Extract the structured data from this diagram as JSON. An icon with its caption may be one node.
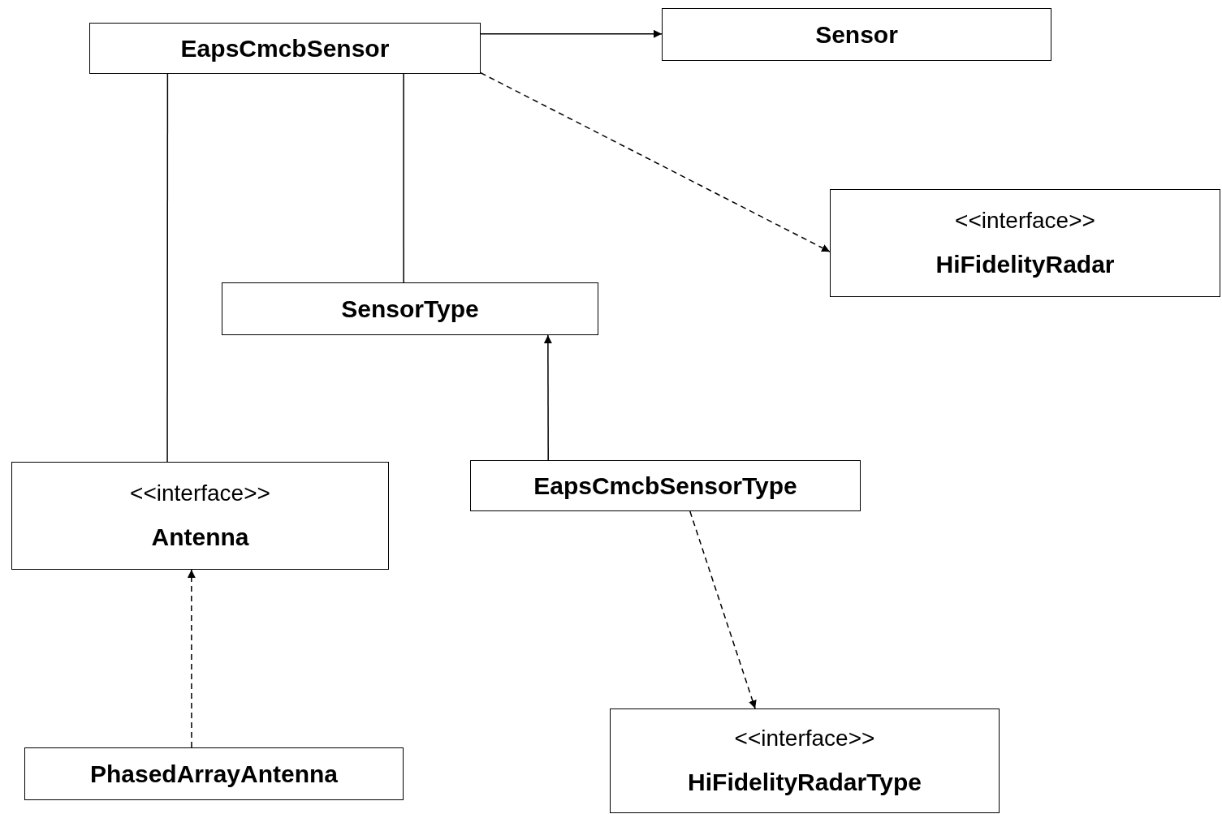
{
  "diagram": {
    "nodes": [
      {
        "text": [
          "EapsCmcbSensor"
        ]
      },
      {
        "text": [
          "Sensor"
        ]
      },
      {
        "text": [
          "<<interface>>",
          "HiFidelityRadar"
        ]
      },
      {
        "text": [
          "SensorType"
        ]
      },
      {
        "text": [
          "<<interface>>",
          "Antenna"
        ]
      },
      {
        "text": [
          "EapsCmcbSensorType"
        ]
      },
      {
        "text": [
          "PhasedArrayAntenna"
        ]
      },
      {
        "text": [
          "<<interface>>",
          "HiFidelityRadarType"
        ]
      }
    ],
    "edges": [
      {
        "from": 0,
        "to": 1,
        "arrow": "to"
      },
      {
        "from": 0,
        "to": 2,
        "arrow": "to",
        "style": "dashed"
      },
      {
        "from": 0,
        "to": 3,
        "arrow": "none"
      },
      {
        "from": 0,
        "to": 4,
        "arrow": "none"
      },
      {
        "from": 5,
        "to": 3,
        "arrow": "to"
      },
      {
        "from": 5,
        "to": 7,
        "arrow": "to",
        "style": "dashed"
      },
      {
        "from": 6,
        "to": 4,
        "arrow": "to",
        "style": "dashed"
      }
    ]
  }
}
